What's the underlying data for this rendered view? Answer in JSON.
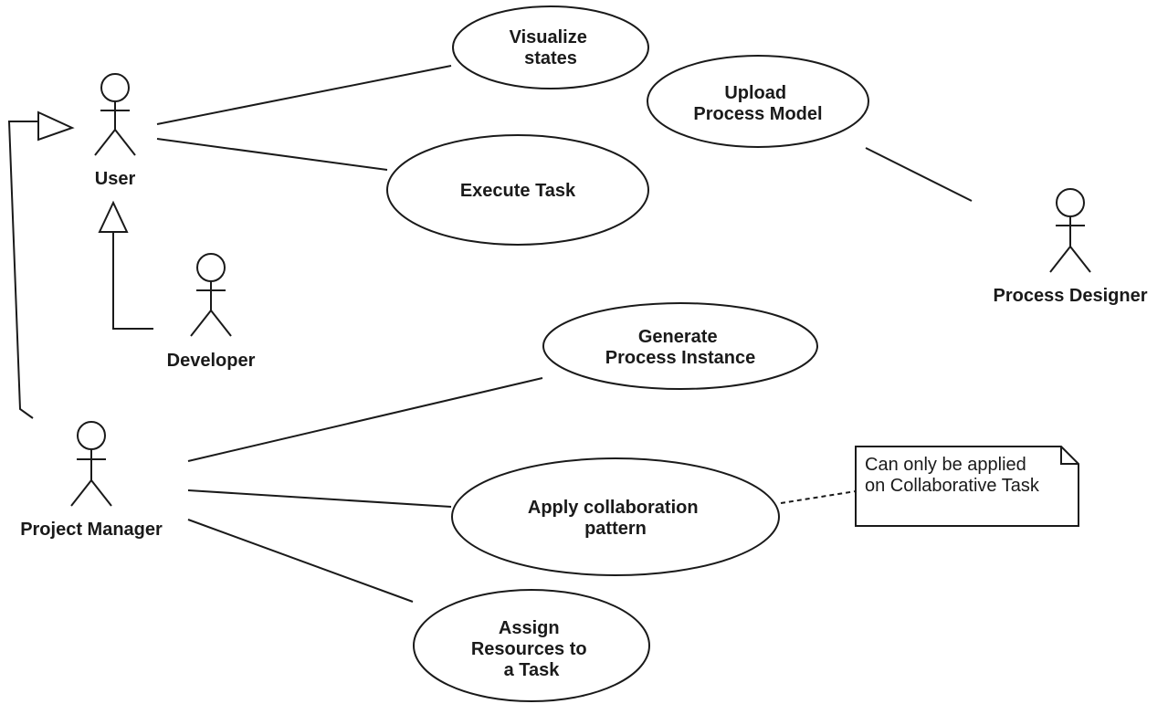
{
  "actors": {
    "user": "User",
    "developer": "Developer",
    "project_manager": "Project Manager",
    "process_designer": "Process Designer"
  },
  "use_cases": {
    "visualize_states": [
      "Visualize",
      "states"
    ],
    "execute_task": [
      "Execute Task"
    ],
    "upload_process_model": [
      "Upload",
      "Process Model"
    ],
    "generate_process_instance": [
      "Generate",
      "Process Instance"
    ],
    "apply_collaboration_pattern": [
      "Apply collaboration",
      "pattern"
    ],
    "assign_resources": [
      "Assign",
      "Resources to",
      "a Task"
    ]
  },
  "note": {
    "lines": [
      "Can only be applied",
      "on Collaborative Task"
    ]
  }
}
